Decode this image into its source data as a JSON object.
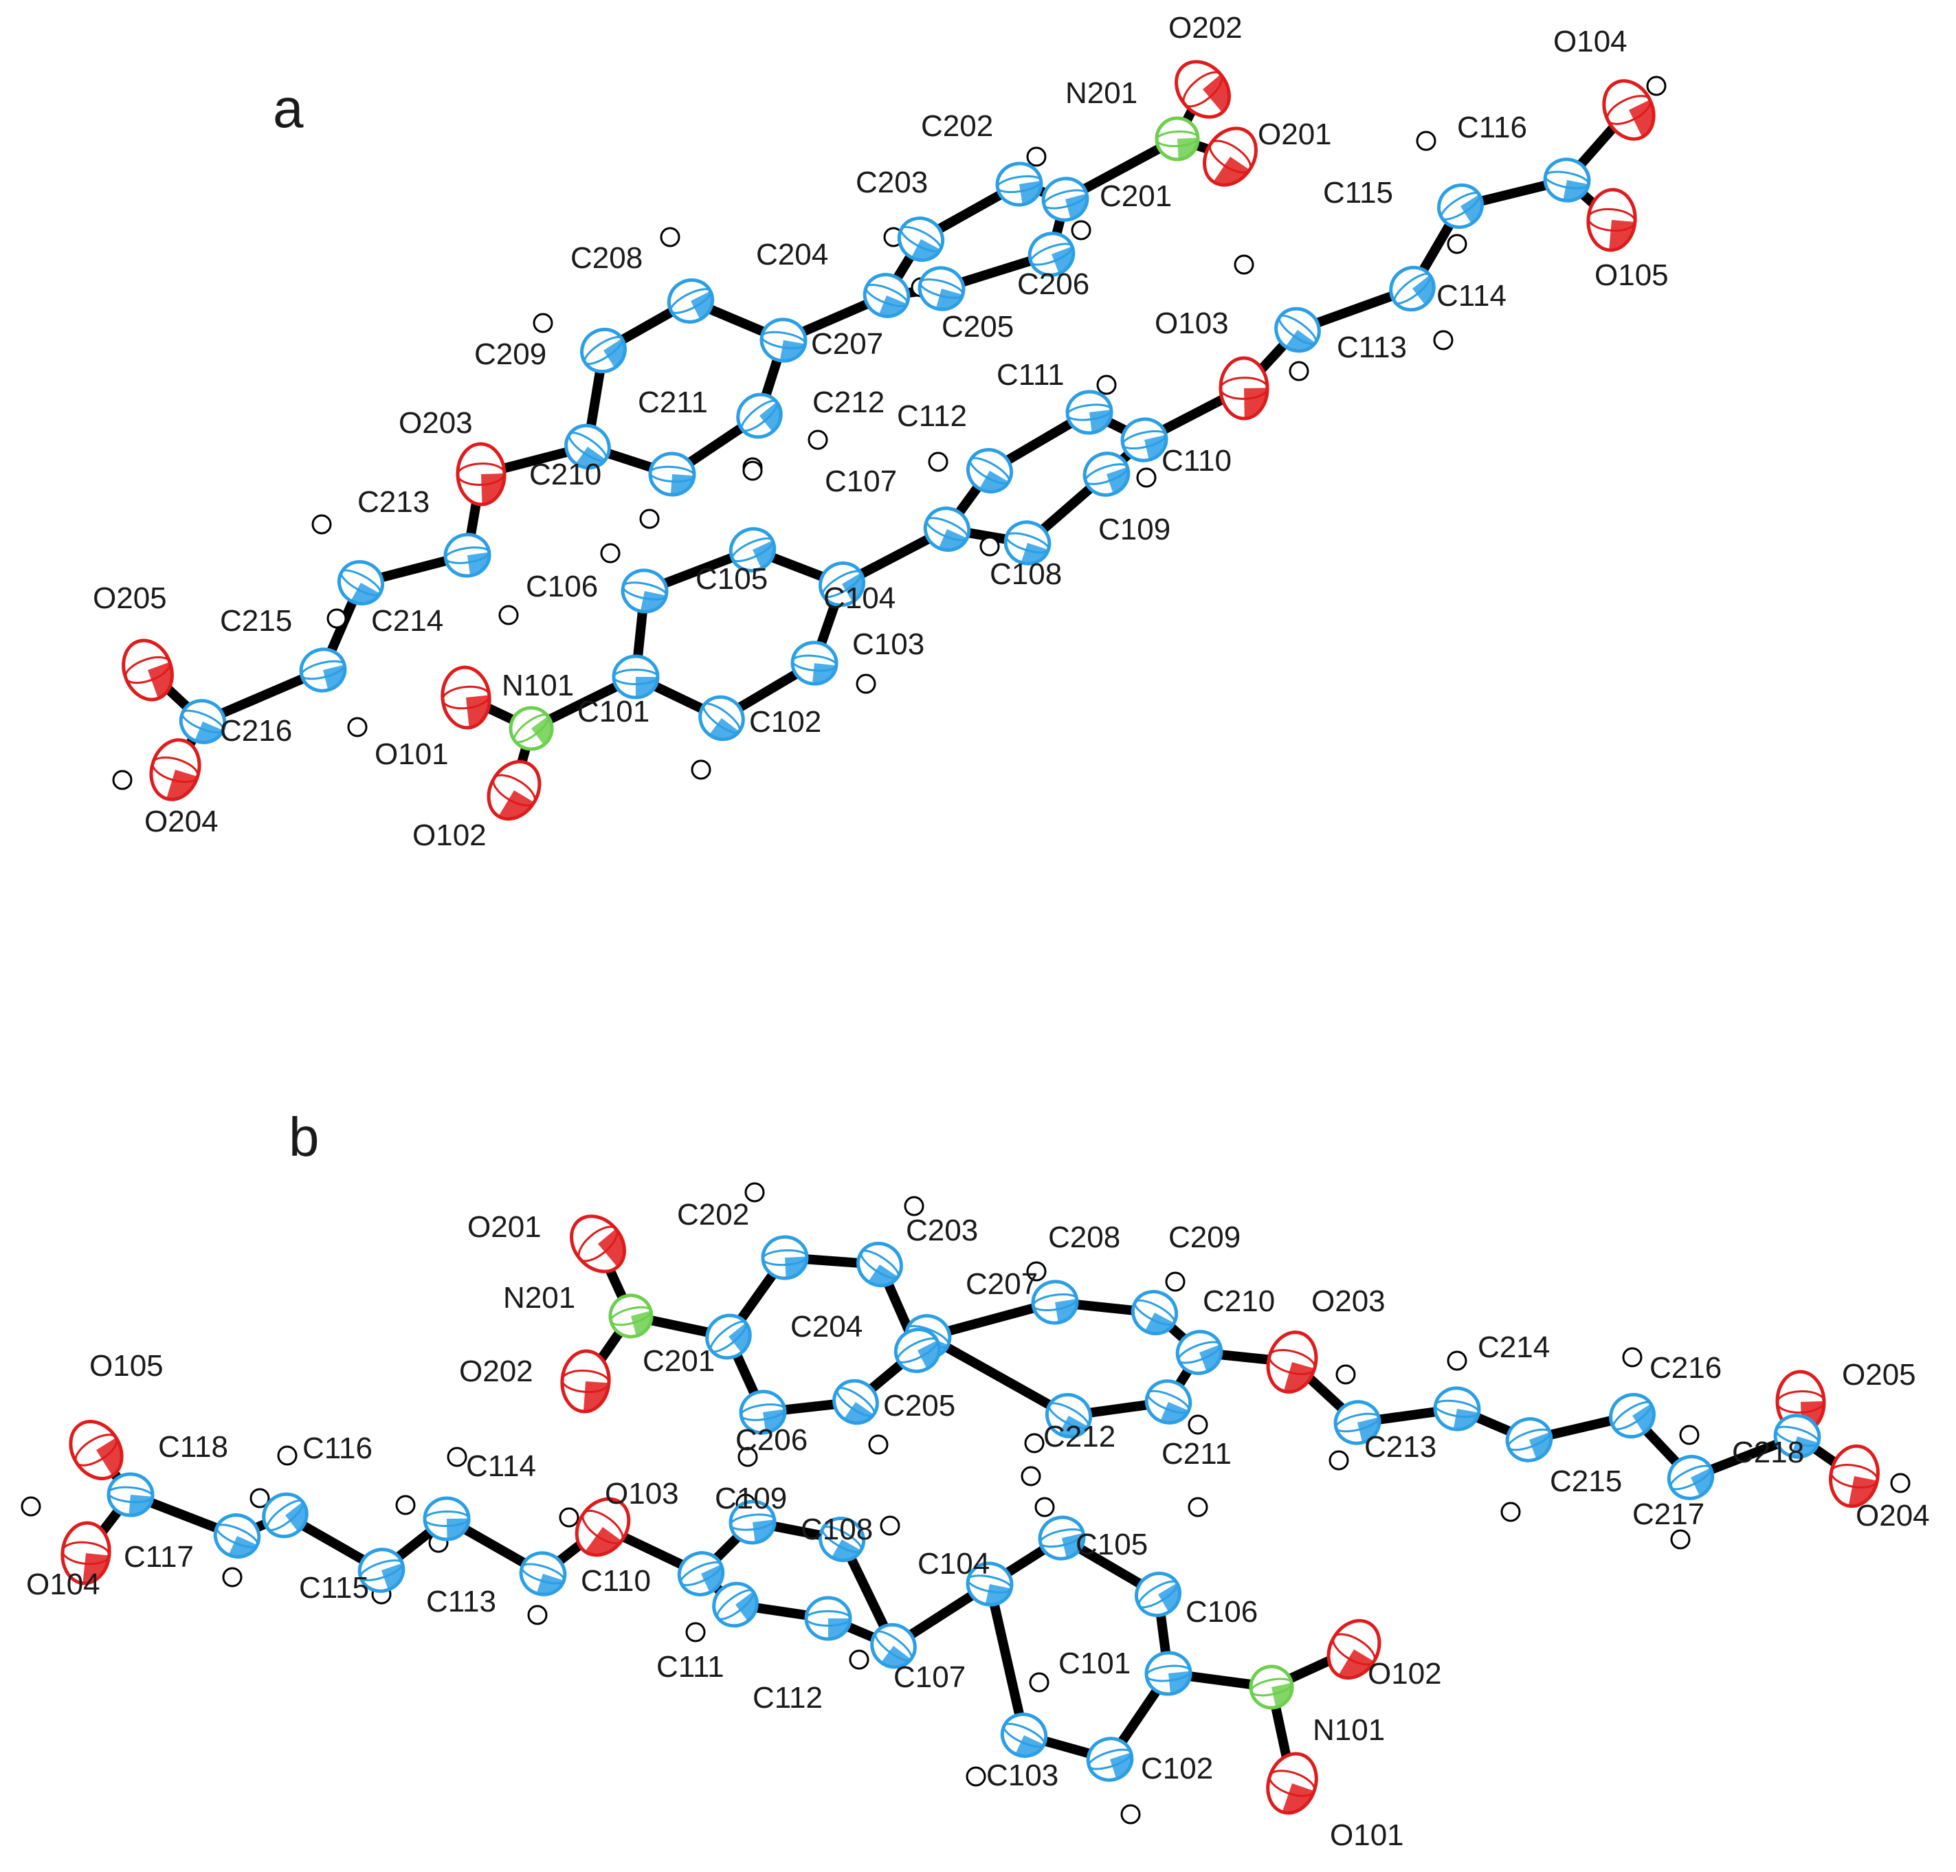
{
  "colors": {
    "carbon": "#2b9fe6",
    "oxygen": "#e01b1b",
    "nitrogen": "#6ccf4d",
    "hydrogen": "#ffffff",
    "bond": "#000000"
  },
  "panels": [
    {
      "label": "a",
      "atoms": [
        {
          "id": "O202",
          "el": "O"
        },
        {
          "id": "N201",
          "el": "N"
        },
        {
          "id": "O201",
          "el": "O"
        },
        {
          "id": "C202",
          "el": "C"
        },
        {
          "id": "C203",
          "el": "C"
        },
        {
          "id": "C201",
          "el": "C"
        },
        {
          "id": "C204",
          "el": "C"
        },
        {
          "id": "C206",
          "el": "C"
        },
        {
          "id": "C205",
          "el": "C"
        },
        {
          "id": "C208",
          "el": "C"
        },
        {
          "id": "C207",
          "el": "C"
        },
        {
          "id": "C209",
          "el": "C"
        },
        {
          "id": "C211",
          "el": "C"
        },
        {
          "id": "C212",
          "el": "C"
        },
        {
          "id": "O203",
          "el": "O"
        },
        {
          "id": "C210",
          "el": "C"
        },
        {
          "id": "C213",
          "el": "C"
        },
        {
          "id": "C214",
          "el": "C"
        },
        {
          "id": "C215",
          "el": "C"
        },
        {
          "id": "C216",
          "el": "C"
        },
        {
          "id": "O205",
          "el": "O"
        },
        {
          "id": "O204",
          "el": "O"
        },
        {
          "id": "O104",
          "el": "O"
        },
        {
          "id": "C116",
          "el": "C"
        },
        {
          "id": "C115",
          "el": "C"
        },
        {
          "id": "O105",
          "el": "O"
        },
        {
          "id": "C114",
          "el": "C"
        },
        {
          "id": "O103",
          "el": "O"
        },
        {
          "id": "C113",
          "el": "C"
        },
        {
          "id": "C111",
          "el": "C"
        },
        {
          "id": "C112",
          "el": "C"
        },
        {
          "id": "C110",
          "el": "C"
        },
        {
          "id": "C107",
          "el": "C"
        },
        {
          "id": "C109",
          "el": "C"
        },
        {
          "id": "C108",
          "el": "C"
        },
        {
          "id": "C105",
          "el": "C"
        },
        {
          "id": "C106",
          "el": "C"
        },
        {
          "id": "C104",
          "el": "C"
        },
        {
          "id": "C103",
          "el": "C"
        },
        {
          "id": "N101",
          "el": "N"
        },
        {
          "id": "C101",
          "el": "C"
        },
        {
          "id": "C102",
          "el": "C"
        },
        {
          "id": "O101",
          "el": "O"
        },
        {
          "id": "O102",
          "el": "O"
        }
      ]
    },
    {
      "label": "b",
      "atoms": [
        {
          "id": "O201",
          "el": "O"
        },
        {
          "id": "C202",
          "el": "C"
        },
        {
          "id": "C203",
          "el": "C"
        },
        {
          "id": "C208",
          "el": "C"
        },
        {
          "id": "C209",
          "el": "C"
        },
        {
          "id": "N201",
          "el": "N"
        },
        {
          "id": "C207",
          "el": "C"
        },
        {
          "id": "C210",
          "el": "C"
        },
        {
          "id": "O203",
          "el": "O"
        },
        {
          "id": "C204",
          "el": "C"
        },
        {
          "id": "C214",
          "el": "C"
        },
        {
          "id": "C216",
          "el": "C"
        },
        {
          "id": "O202",
          "el": "O"
        },
        {
          "id": "C201",
          "el": "C"
        },
        {
          "id": "O205",
          "el": "O"
        },
        {
          "id": "C205",
          "el": "C"
        },
        {
          "id": "C206",
          "el": "C"
        },
        {
          "id": "C212",
          "el": "C"
        },
        {
          "id": "C213",
          "el": "C"
        },
        {
          "id": "C211",
          "el": "C"
        },
        {
          "id": "C215",
          "el": "C"
        },
        {
          "id": "C218",
          "el": "C"
        },
        {
          "id": "C217",
          "el": "C"
        },
        {
          "id": "O204",
          "el": "O"
        },
        {
          "id": "O105",
          "el": "O"
        },
        {
          "id": "C118",
          "el": "C"
        },
        {
          "id": "C116",
          "el": "C"
        },
        {
          "id": "C114",
          "el": "C"
        },
        {
          "id": "O103",
          "el": "O"
        },
        {
          "id": "C109",
          "el": "C"
        },
        {
          "id": "C108",
          "el": "C"
        },
        {
          "id": "C105",
          "el": "C"
        },
        {
          "id": "C117",
          "el": "C"
        },
        {
          "id": "C115",
          "el": "C"
        },
        {
          "id": "C113",
          "el": "C"
        },
        {
          "id": "C110",
          "el": "C"
        },
        {
          "id": "C104",
          "el": "C"
        },
        {
          "id": "C106",
          "el": "C"
        },
        {
          "id": "O104",
          "el": "O"
        },
        {
          "id": "C111",
          "el": "C"
        },
        {
          "id": "C112",
          "el": "C"
        },
        {
          "id": "C107",
          "el": "C"
        },
        {
          "id": "C101",
          "el": "C"
        },
        {
          "id": "O102",
          "el": "O"
        },
        {
          "id": "N101",
          "el": "N"
        },
        {
          "id": "C103",
          "el": "C"
        },
        {
          "id": "C102",
          "el": "C"
        },
        {
          "id": "O101",
          "el": "O"
        }
      ]
    }
  ]
}
